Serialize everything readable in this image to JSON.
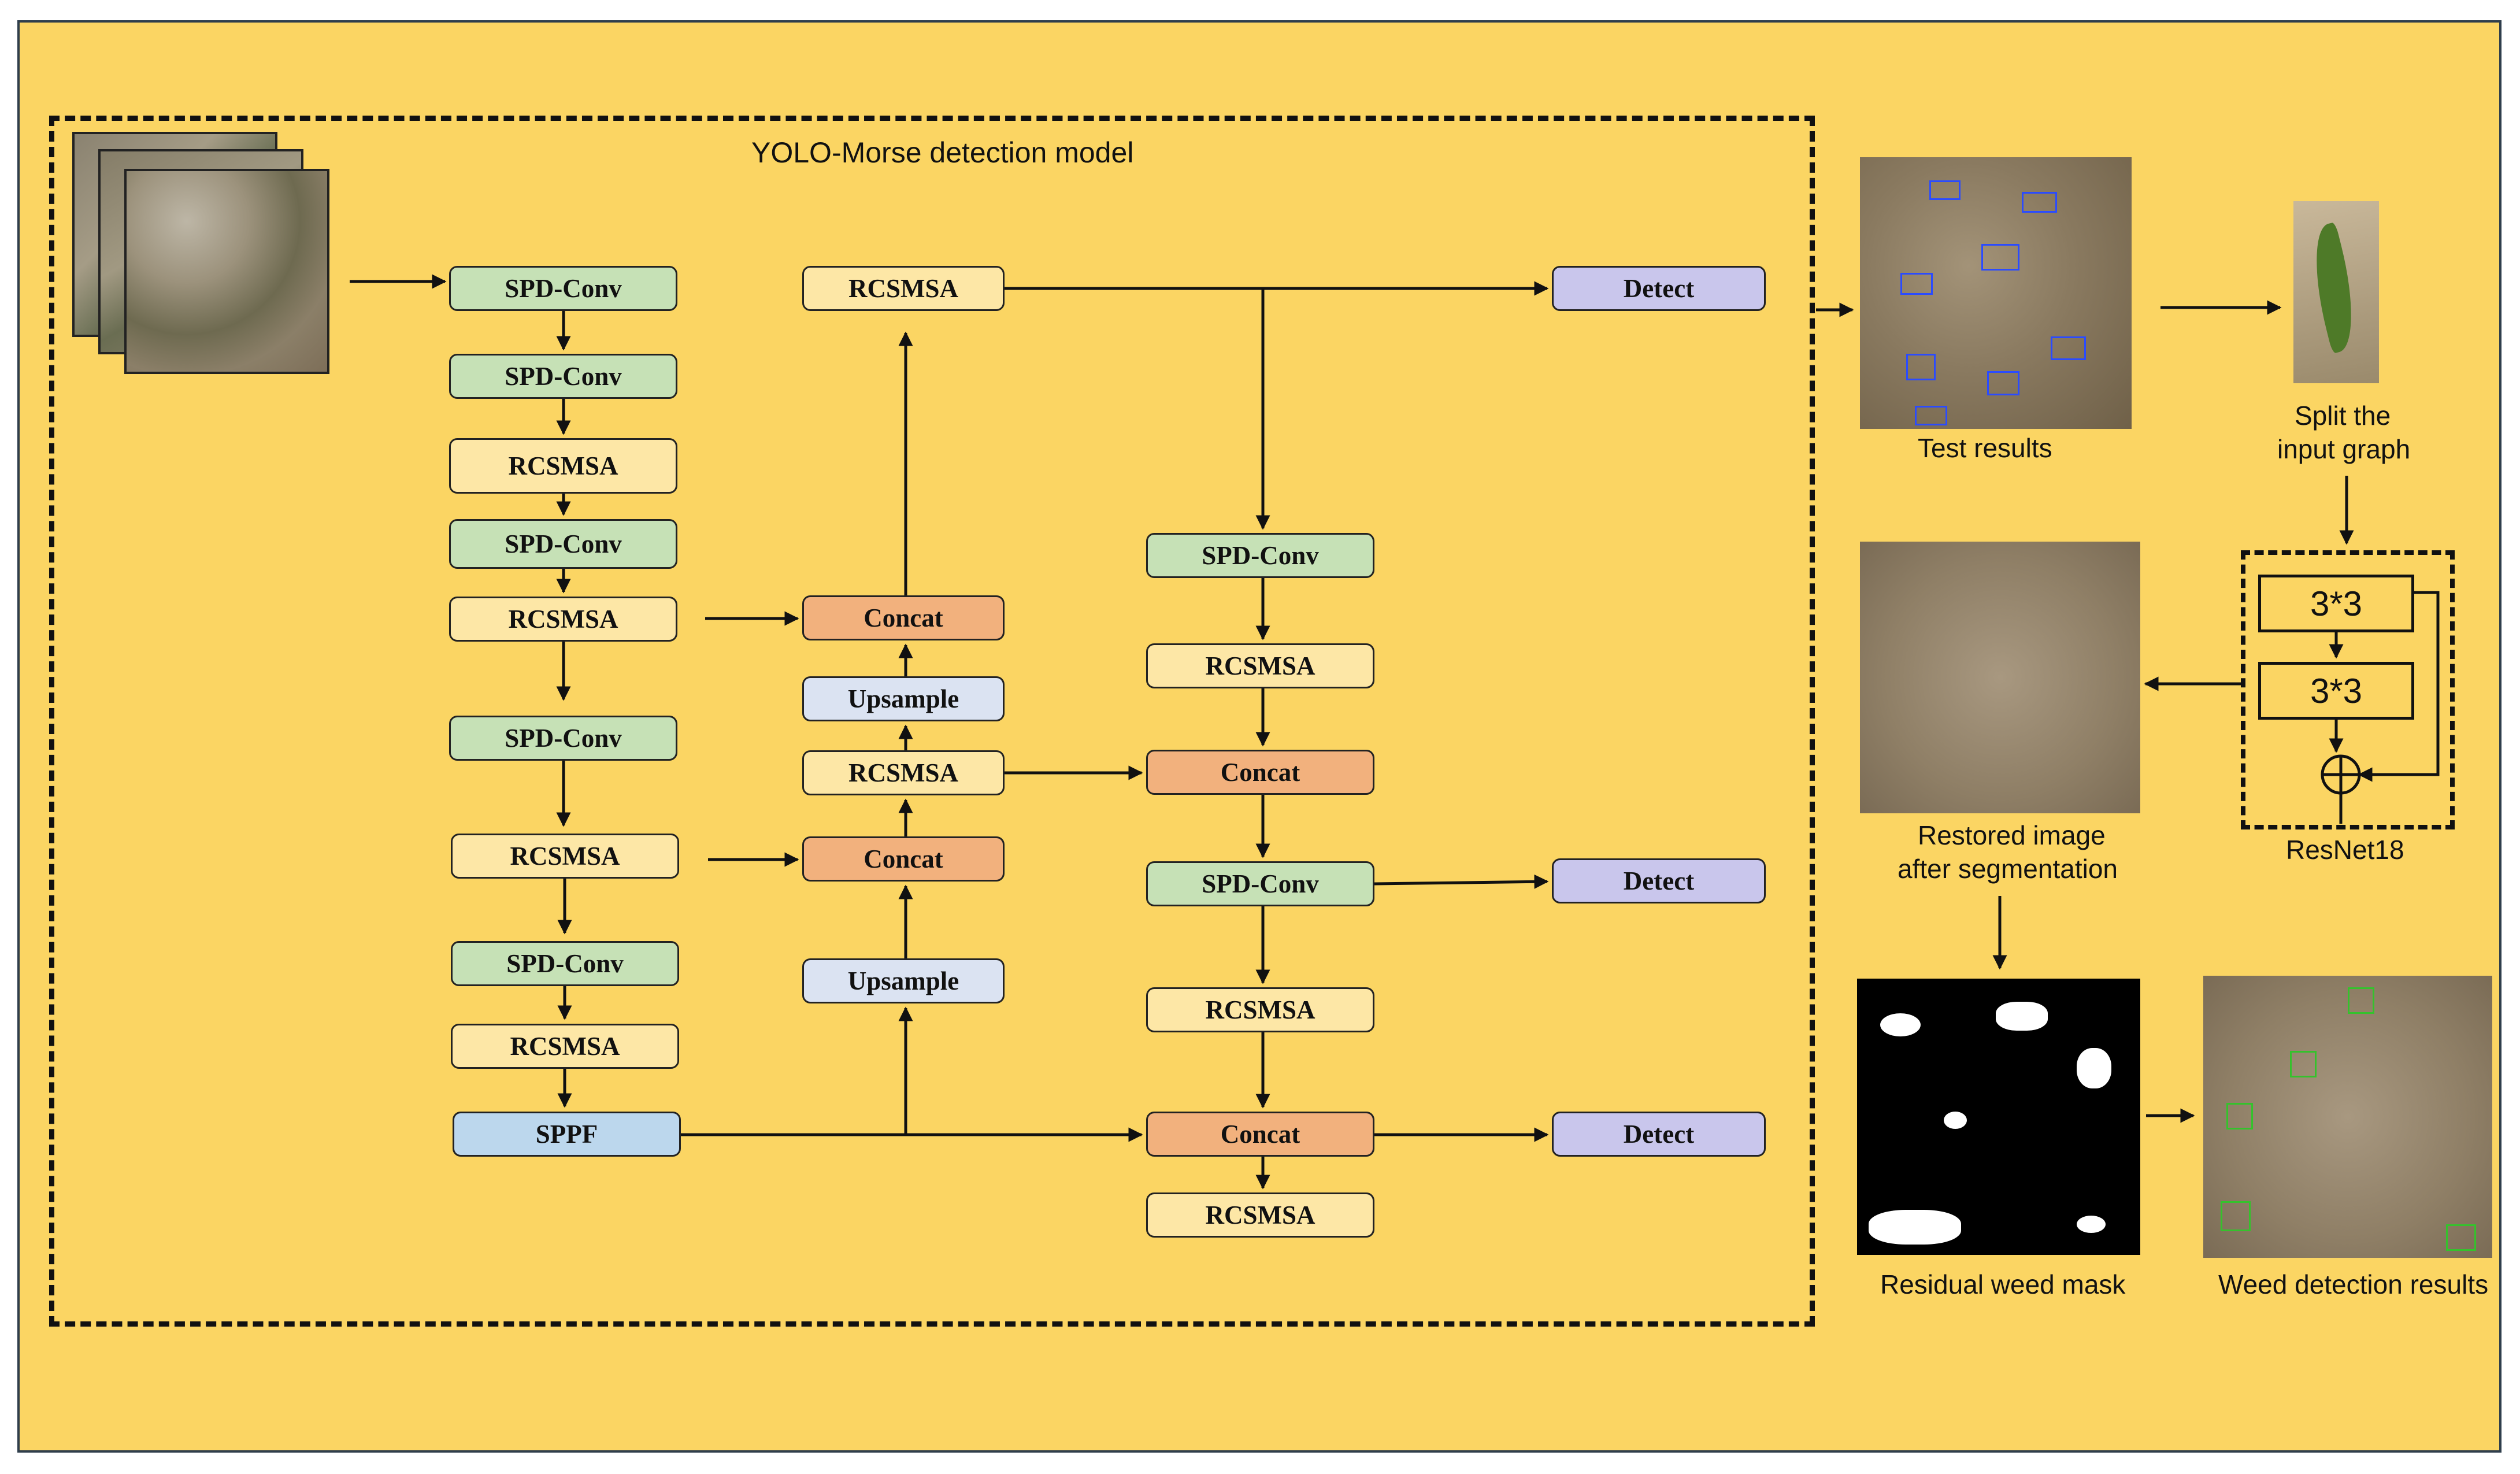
{
  "title": "YOLO-Morse detection model",
  "blocks": {
    "spd1": "SPD-Conv",
    "spd2": "SPD-Conv",
    "rcs1": "RCSMSA",
    "spd3": "SPD-Conv",
    "rcs2": "RCSMSA",
    "spd4": "SPD-Conv",
    "rcs3": "RCSMSA",
    "spd5": "SPD-Conv",
    "rcs4": "RCSMSA",
    "sppf": "SPPF",
    "rcs_top": "RCSMSA",
    "cat1": "Concat",
    "ups1": "Upsample",
    "rcs_mid": "RCSMSA",
    "cat2": "Concat",
    "ups2": "Upsample",
    "spd_r1": "SPD-Conv",
    "rcs_r1": "RCSMSA",
    "cat_r1": "Concat",
    "spd_r2": "SPD-Conv",
    "rcs_r2": "RCSMSA",
    "cat_r2": "Concat",
    "rcs_r3": "RCSMSA",
    "det1": "Detect",
    "det2": "Detect",
    "det3": "Detect"
  },
  "resnet": {
    "conv1": "3*3",
    "conv2": "3*3",
    "label": "ResNet18"
  },
  "labels": {
    "test_results": "Test  results",
    "split_line1": "Split the",
    "split_line2": "input graph",
    "restored_line1": "Restored image",
    "restored_line2": "after segmentation",
    "mask": "Residual weed mask",
    "weed_results": "Weed detection results"
  },
  "colors": {
    "background": "#fbd563",
    "spd_conv": "#c6e1b6",
    "rcsmsa": "#fde7a6",
    "concat": "#f2b17d",
    "upsample": "#dbe3f2",
    "detect": "#c9c6ec",
    "sppf": "#bcd7ed"
  }
}
